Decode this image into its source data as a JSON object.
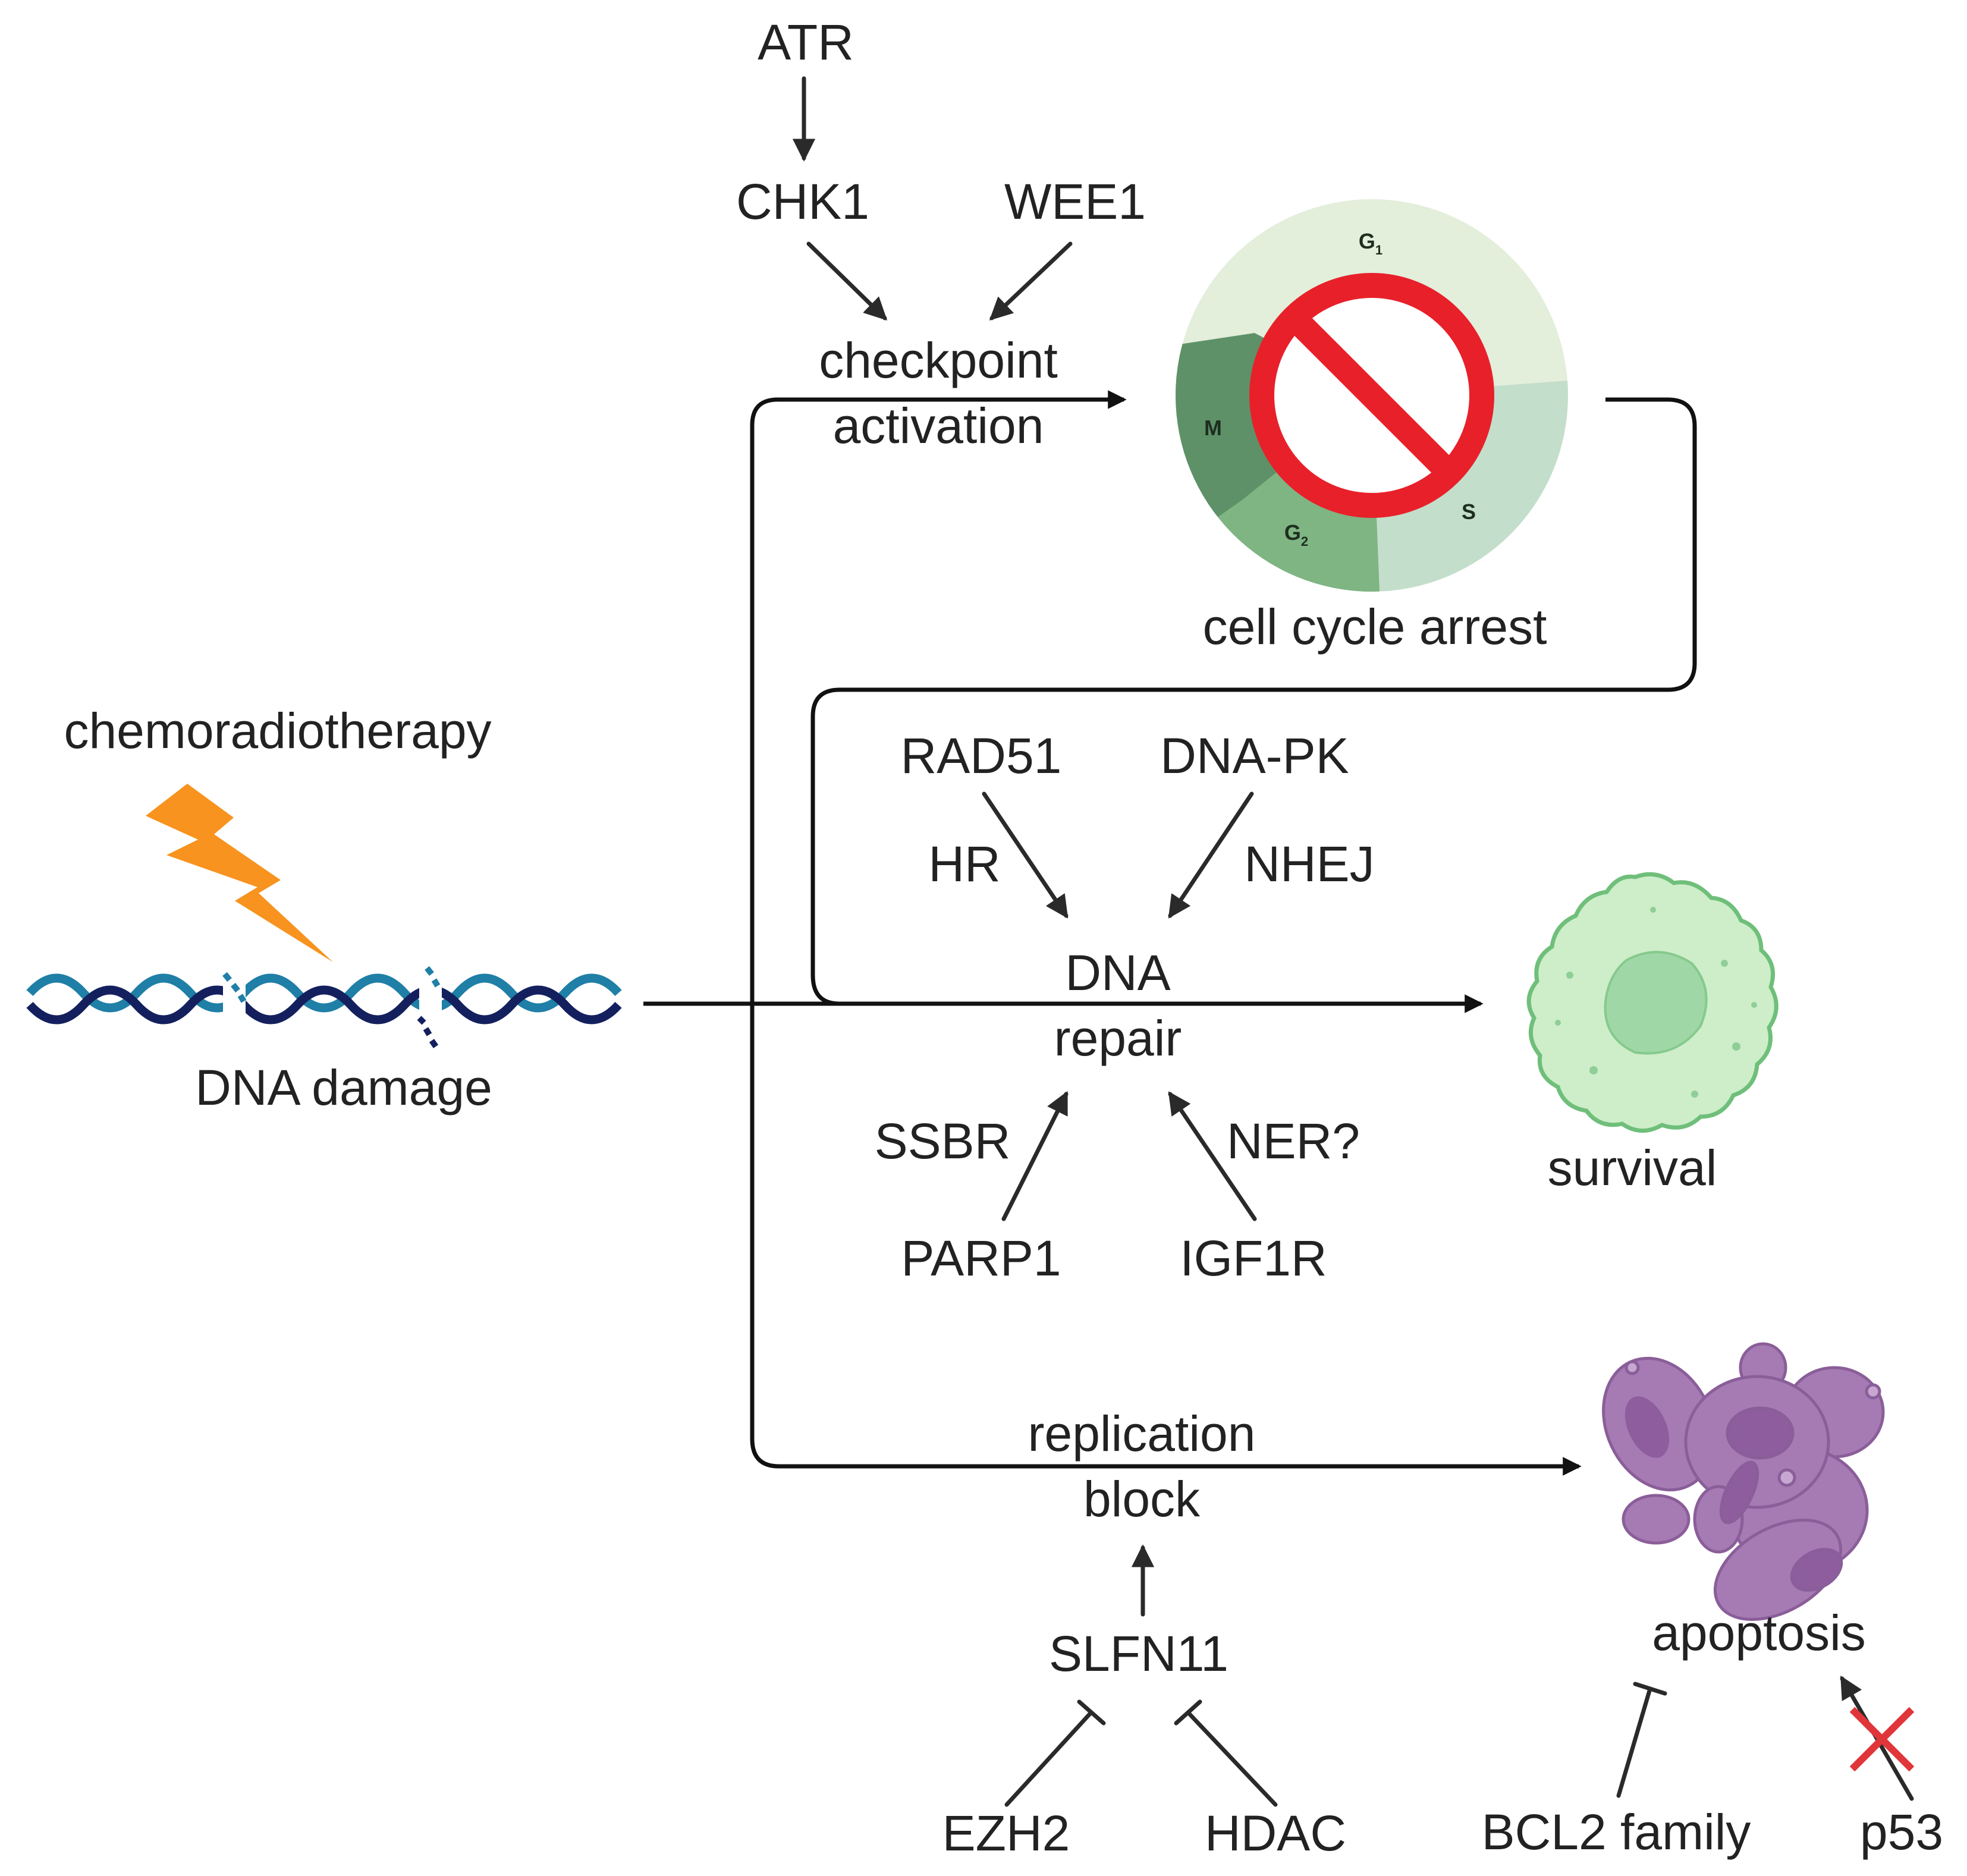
{
  "labels": {
    "atr": "ATR",
    "chk1": "CHK1",
    "wee1": "WEE1",
    "checkpoint_line1": "checkpoint",
    "checkpoint_line2": "activation",
    "cell_cycle_arrest": "cell cycle arrest",
    "chemoradiotherapy": "chemoradiotherapy",
    "dna_damage": "DNA damage",
    "rad51": "RAD51",
    "dnapk": "DNA-PK",
    "hr": "HR",
    "nhej": "NHEJ",
    "dna_repair_line1": "DNA",
    "dna_repair_line2": "repair",
    "ssbr": "SSBR",
    "ner": "NER?",
    "parp1": "PARP1",
    "igf1r": "IGF1R",
    "survival": "survival",
    "replication_line1": "replication",
    "replication_line2": "block",
    "apoptosis": "apoptosis",
    "slfn11": "SLFN11",
    "ezh2": "EZH2",
    "hdac": "HDAC",
    "bcl2": "BCL2 family",
    "p53": "p53"
  },
  "cell_cycle": {
    "g1": "G",
    "g1_sub": "1",
    "s": "S",
    "g2": "G",
    "g2_sub": "2",
    "m": "M"
  },
  "colors": {
    "lightning": "#f7931e",
    "dna_dark": "#14205e",
    "dna_light": "#1f7fa6",
    "cycle_g1": "#e3eedb",
    "cycle_s": "#c3decb",
    "cycle_g2": "#7fb483",
    "cycle_m": "#5e9168",
    "no_sign": "#e8202a",
    "survival_cell": "#cdeec9",
    "apoptosis_cell": "#a67bb4",
    "inhibit_x": "#e0363a"
  },
  "icons": [
    "lightning-icon",
    "dna-helix-icon",
    "cell-cycle-icon",
    "no-entry-icon",
    "healthy-cell-icon",
    "apoptotic-cell-icon",
    "red-x-icon"
  ]
}
